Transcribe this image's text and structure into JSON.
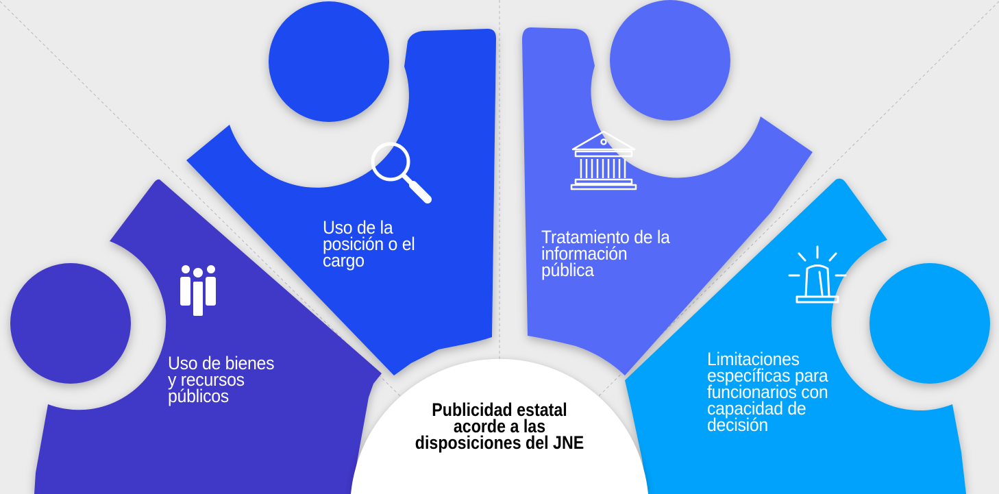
{
  "colors": {
    "background": "#ececed",
    "segment_1": "#4037c7",
    "segment_2": "#1f48f0",
    "segment_3": "#566af8",
    "segment_4": "#00a2fb",
    "center": "#ffffff",
    "text_light": "#ffffff",
    "text_dark": "#000000"
  },
  "segments": [
    {
      "icon": "people-icon",
      "label_lines": [
        "Uso de bienes",
        "y recursos",
        "públicos"
      ]
    },
    {
      "icon": "magnifier-icon",
      "label_lines": [
        "Uso de la",
        "posición o el",
        "cargo"
      ]
    },
    {
      "icon": "bank-building-icon",
      "label_lines": [
        "Tratamiento de la",
        "información",
        "pública"
      ]
    },
    {
      "icon": "alarm-siren-icon",
      "label_lines": [
        "Limitaciones",
        "específicas para",
        "funcionarios con",
        "capacidad de",
        "decisión"
      ]
    }
  ],
  "center": {
    "label_lines": [
      "Publicidad estatal",
      "acorde a las",
      "disposiciones del JNE"
    ]
  }
}
